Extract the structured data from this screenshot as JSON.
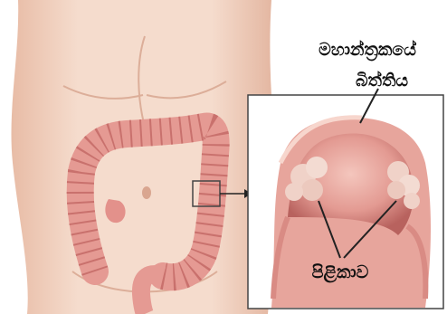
{
  "labels": {
    "colon_wall_line1": "මහාන්ත්‍රකයේ",
    "colon_wall_line2": "බිත්තිය",
    "polyps": "පිළිකාව"
  },
  "colors": {
    "skin": "#f3d3c1",
    "skin_shadow": "#e4b7a2",
    "colon": "#e59a93",
    "colon_dark": "#c9716d",
    "polyp": "#f0d2c8",
    "inset_border": "#444444",
    "lumen": "#b55a57"
  }
}
